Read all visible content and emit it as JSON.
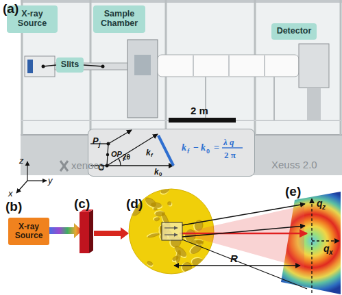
{
  "diagram": {
    "nodes": [
      {
        "text": [
          "X-ray Source"
        ]
      },
      {
        "text": [
          "Sample Chamber"
        ]
      },
      {
        "text": [
          "Detector"
        ]
      },
      {
        "text": [
          "Slits"
        ]
      },
      {
        "text": [
          "P",
          "j",
          "OP",
          "j",
          "k",
          "f",
          "2θ",
          "O",
          "k",
          "0",
          "k",
          "f",
          "−",
          "k",
          "0",
          "=",
          "λ q",
          "2 π"
        ]
      },
      {
        "text": [
          "X-ray Source"
        ]
      }
    ],
    "labels": [
      "(a)",
      "xenocs",
      "Xeuss 2.0",
      "2 m",
      "z",
      "y",
      "x",
      "(b)",
      "(c)",
      "(d)",
      "(e)",
      "R",
      "q",
      "z",
      "q",
      "x"
    ]
  }
}
